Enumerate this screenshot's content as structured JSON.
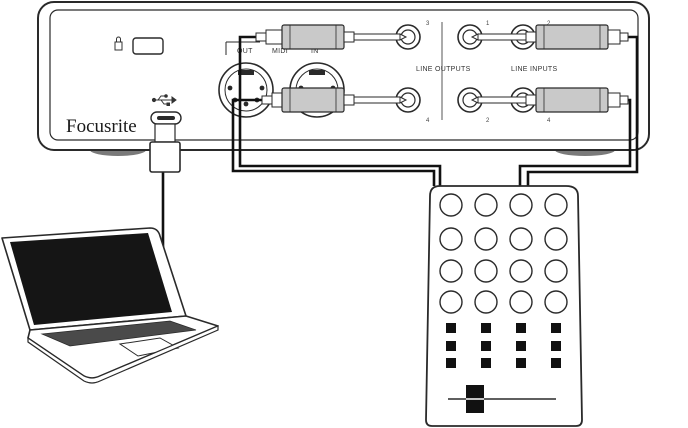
{
  "interface": {
    "brand": "Focusrite",
    "midi_labels": {
      "out": "OUT",
      "midi": "MIDI",
      "in": "IN"
    },
    "section_labels": {
      "line_outputs": "LINE OUTPUTS",
      "line_inputs": "LINE INPUTS"
    },
    "jack_numbers": {
      "out_top": "3",
      "out_bottom": "4",
      "in_top_left": "1",
      "in_top_right": "2",
      "in_bottom_left": "2",
      "in_bottom_right": "4"
    }
  },
  "colors": {
    "outline": "#2a2a2a",
    "panel_fill": "#ffffff",
    "plug_fill": "#c9c9c9",
    "device_foot": "#7a7a7a",
    "cable": "#111111"
  },
  "icons": [
    "kensington-lock-icon",
    "usb-icon"
  ],
  "controller": {
    "pad_rows": 4,
    "pad_cols": 4,
    "button_rows": 3
  }
}
